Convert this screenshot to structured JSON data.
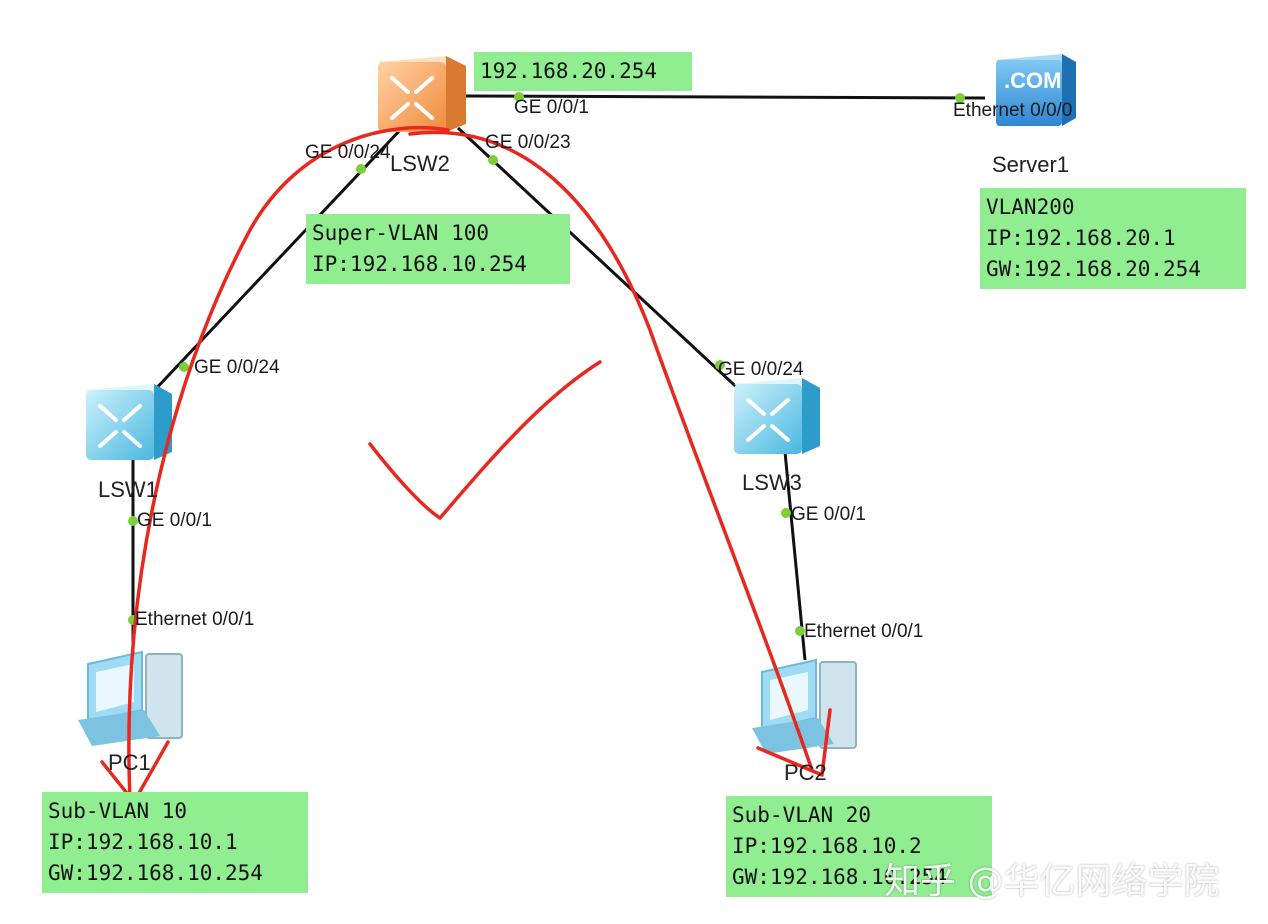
{
  "devices": {
    "lsw2": "LSW2",
    "lsw1": "LSW1",
    "lsw3": "LSW3",
    "server1": "Server1",
    "pc1": "PC1",
    "pc2": "PC2",
    "server_badge": ".COM"
  },
  "ports": {
    "lsw2_ge001": "GE 0/0/1",
    "lsw2_ge0024": "GE 0/0/24",
    "lsw2_ge0023": "GE 0/0/23",
    "server_eth": "Ethernet 0/0/0",
    "lsw1_ge0024": "GE 0/0/24",
    "lsw1_ge001": "GE 0/0/1",
    "pc1_eth": "Ethernet 0/0/1",
    "lsw3_ge0024": "GE 0/0/24",
    "lsw3_ge001": "GE 0/0/1",
    "pc2_eth": "Ethernet 0/0/1"
  },
  "notes": {
    "lsw2_ip": "192.168.20.254",
    "super_vlan": [
      "Super-VLAN 100",
      "IP:192.168.10.254"
    ],
    "server": [
      "VLAN200",
      "IP:192.168.20.1",
      "GW:192.168.20.254"
    ],
    "pc1": [
      "Sub-VLAN 10",
      "IP:192.168.10.1",
      "GW:192.168.10.254"
    ],
    "pc2": [
      "Sub-VLAN 20",
      "IP:192.168.10.2",
      "GW:192.168.10.254"
    ]
  },
  "watermark": "知乎 @华亿网络学院",
  "colors": {
    "note_bg": "#90ee90",
    "link": "#111111",
    "port_dot": "#7dcf3a",
    "annotation": "#e8281e",
    "core_switch": "#f6a25a",
    "access_switch": "#5ec6ea"
  }
}
